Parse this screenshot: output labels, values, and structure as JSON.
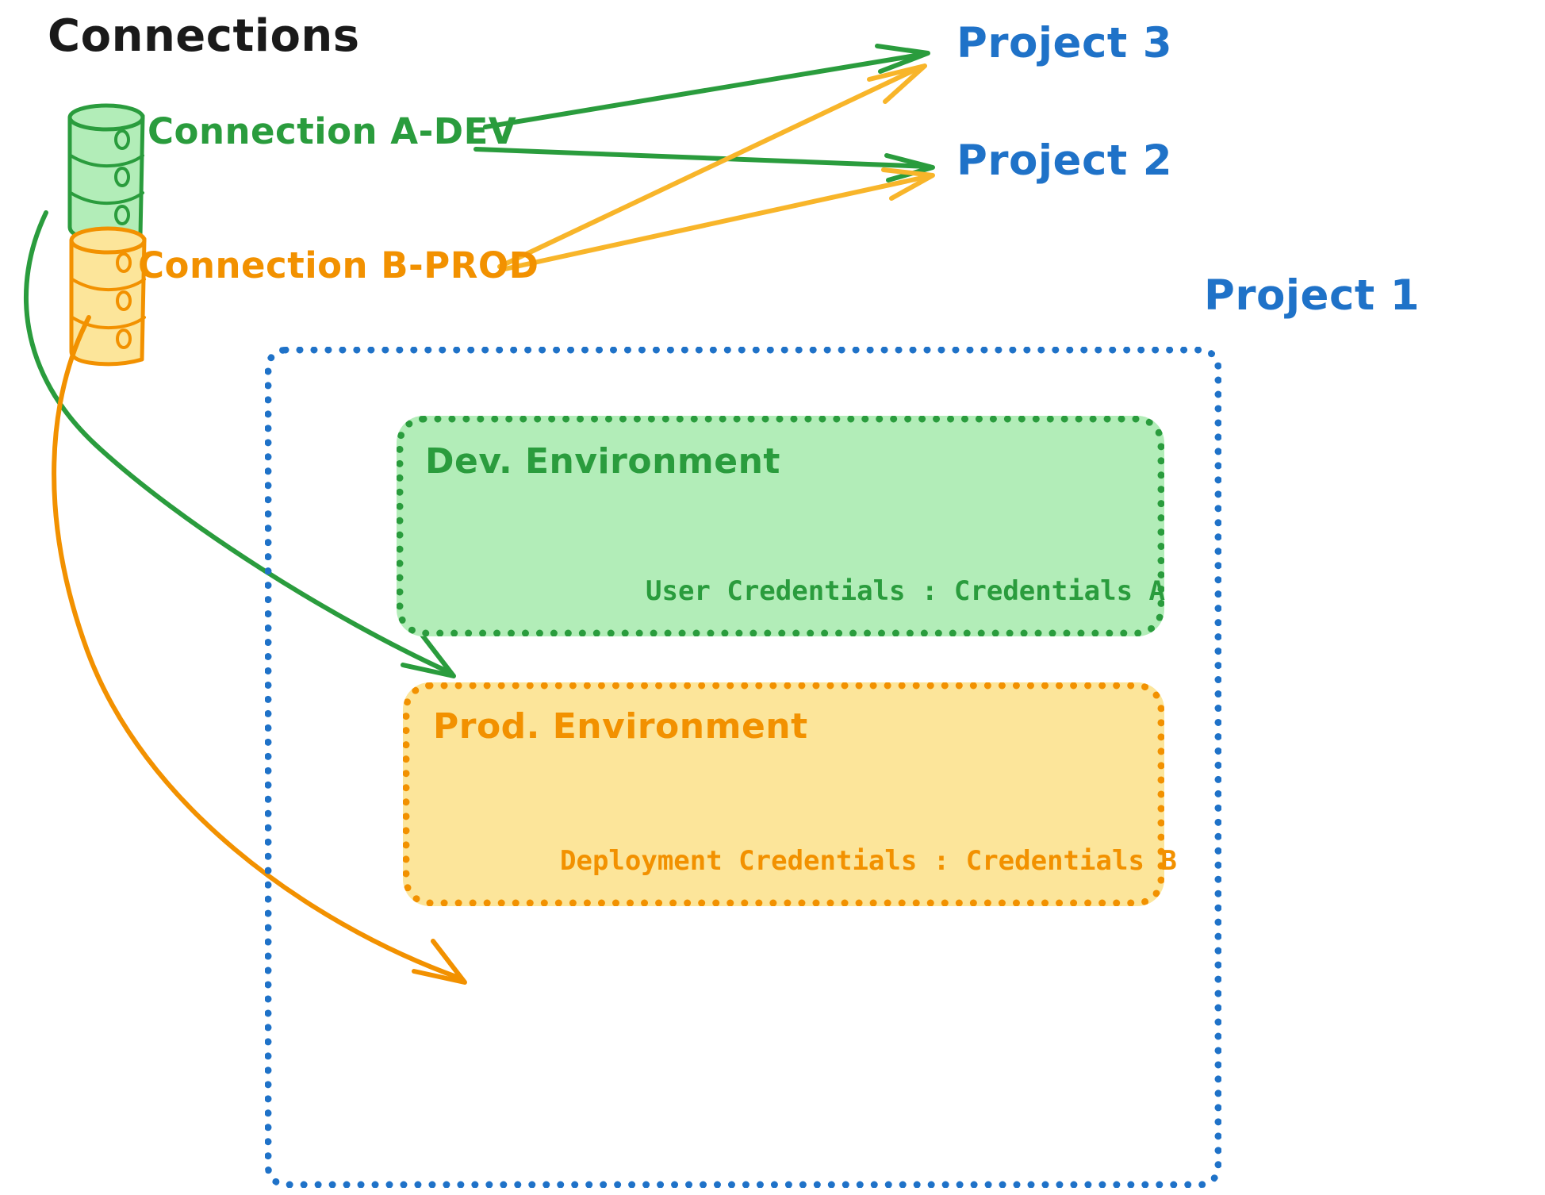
{
  "diagram": {
    "title": "Connections",
    "title_color": "#1a1a1a",
    "colors": {
      "green": "#2a9c3d",
      "green_fill": "#b2edb8",
      "orange": "#f29100",
      "orange_fill": "#fce59a",
      "blue": "#1f72c8",
      "background": "#ffffff"
    }
  },
  "connections": [
    {
      "id": "a-dev",
      "label": "Connection A-DEV",
      "color": "#2a9c3d",
      "icon": "database-cylinder-icon",
      "targets": [
        "Project 3",
        "Project 2",
        "Dev. Environment"
      ]
    },
    {
      "id": "b-prod",
      "label": "Connection B-PROD",
      "color": "#f29100",
      "icon": "database-cylinder-icon",
      "targets": [
        "Project 3",
        "Project 2",
        "Prod. Environment"
      ]
    }
  ],
  "projects": [
    {
      "id": "project-3",
      "label": "Project 3",
      "color": "#1f72c8"
    },
    {
      "id": "project-2",
      "label": "Project 2",
      "color": "#1f72c8"
    },
    {
      "id": "project-1",
      "label": "Project 1",
      "color": "#1f72c8"
    }
  ],
  "project_1": {
    "label": "Project 1",
    "border_color": "#1f72c8",
    "environments": [
      {
        "id": "dev",
        "title": "Dev. Environment",
        "credentials_label": "User Credentials",
        "credentials_separator": ":",
        "credentials_value": "Credentials A",
        "credentials_line": "User Credentials : Credentials A",
        "color": "#2a9c3d",
        "fill": "#b2edb8"
      },
      {
        "id": "prod",
        "title": "Prod. Environment",
        "credentials_label": "Deployment Credentials",
        "credentials_separator": ":",
        "credentials_value": "Credentials B",
        "credentials_line": "Deployment Credentials : Credentials B",
        "color": "#f29100",
        "fill": "#fce59a"
      }
    ]
  },
  "arrows": [
    {
      "id": "a-dev-to-project-3",
      "color": "#2a9c3d",
      "from": "Connection A-DEV",
      "to": "Project 3"
    },
    {
      "id": "a-dev-to-project-2",
      "color": "#2a9c3d",
      "from": "Connection A-DEV",
      "to": "Project 2"
    },
    {
      "id": "a-dev-to-dev-env",
      "color": "#2a9c3d",
      "from": "Connection A-DEV",
      "to": "Dev. Environment"
    },
    {
      "id": "b-prod-to-project-3",
      "color": "#f29100",
      "from": "Connection B-PROD",
      "to": "Project 3"
    },
    {
      "id": "b-prod-to-project-2",
      "color": "#f29100",
      "from": "Connection B-PROD",
      "to": "Project 2"
    },
    {
      "id": "b-prod-to-prod-env",
      "color": "#f29100",
      "from": "Connection B-PROD",
      "to": "Prod. Environment"
    }
  ]
}
